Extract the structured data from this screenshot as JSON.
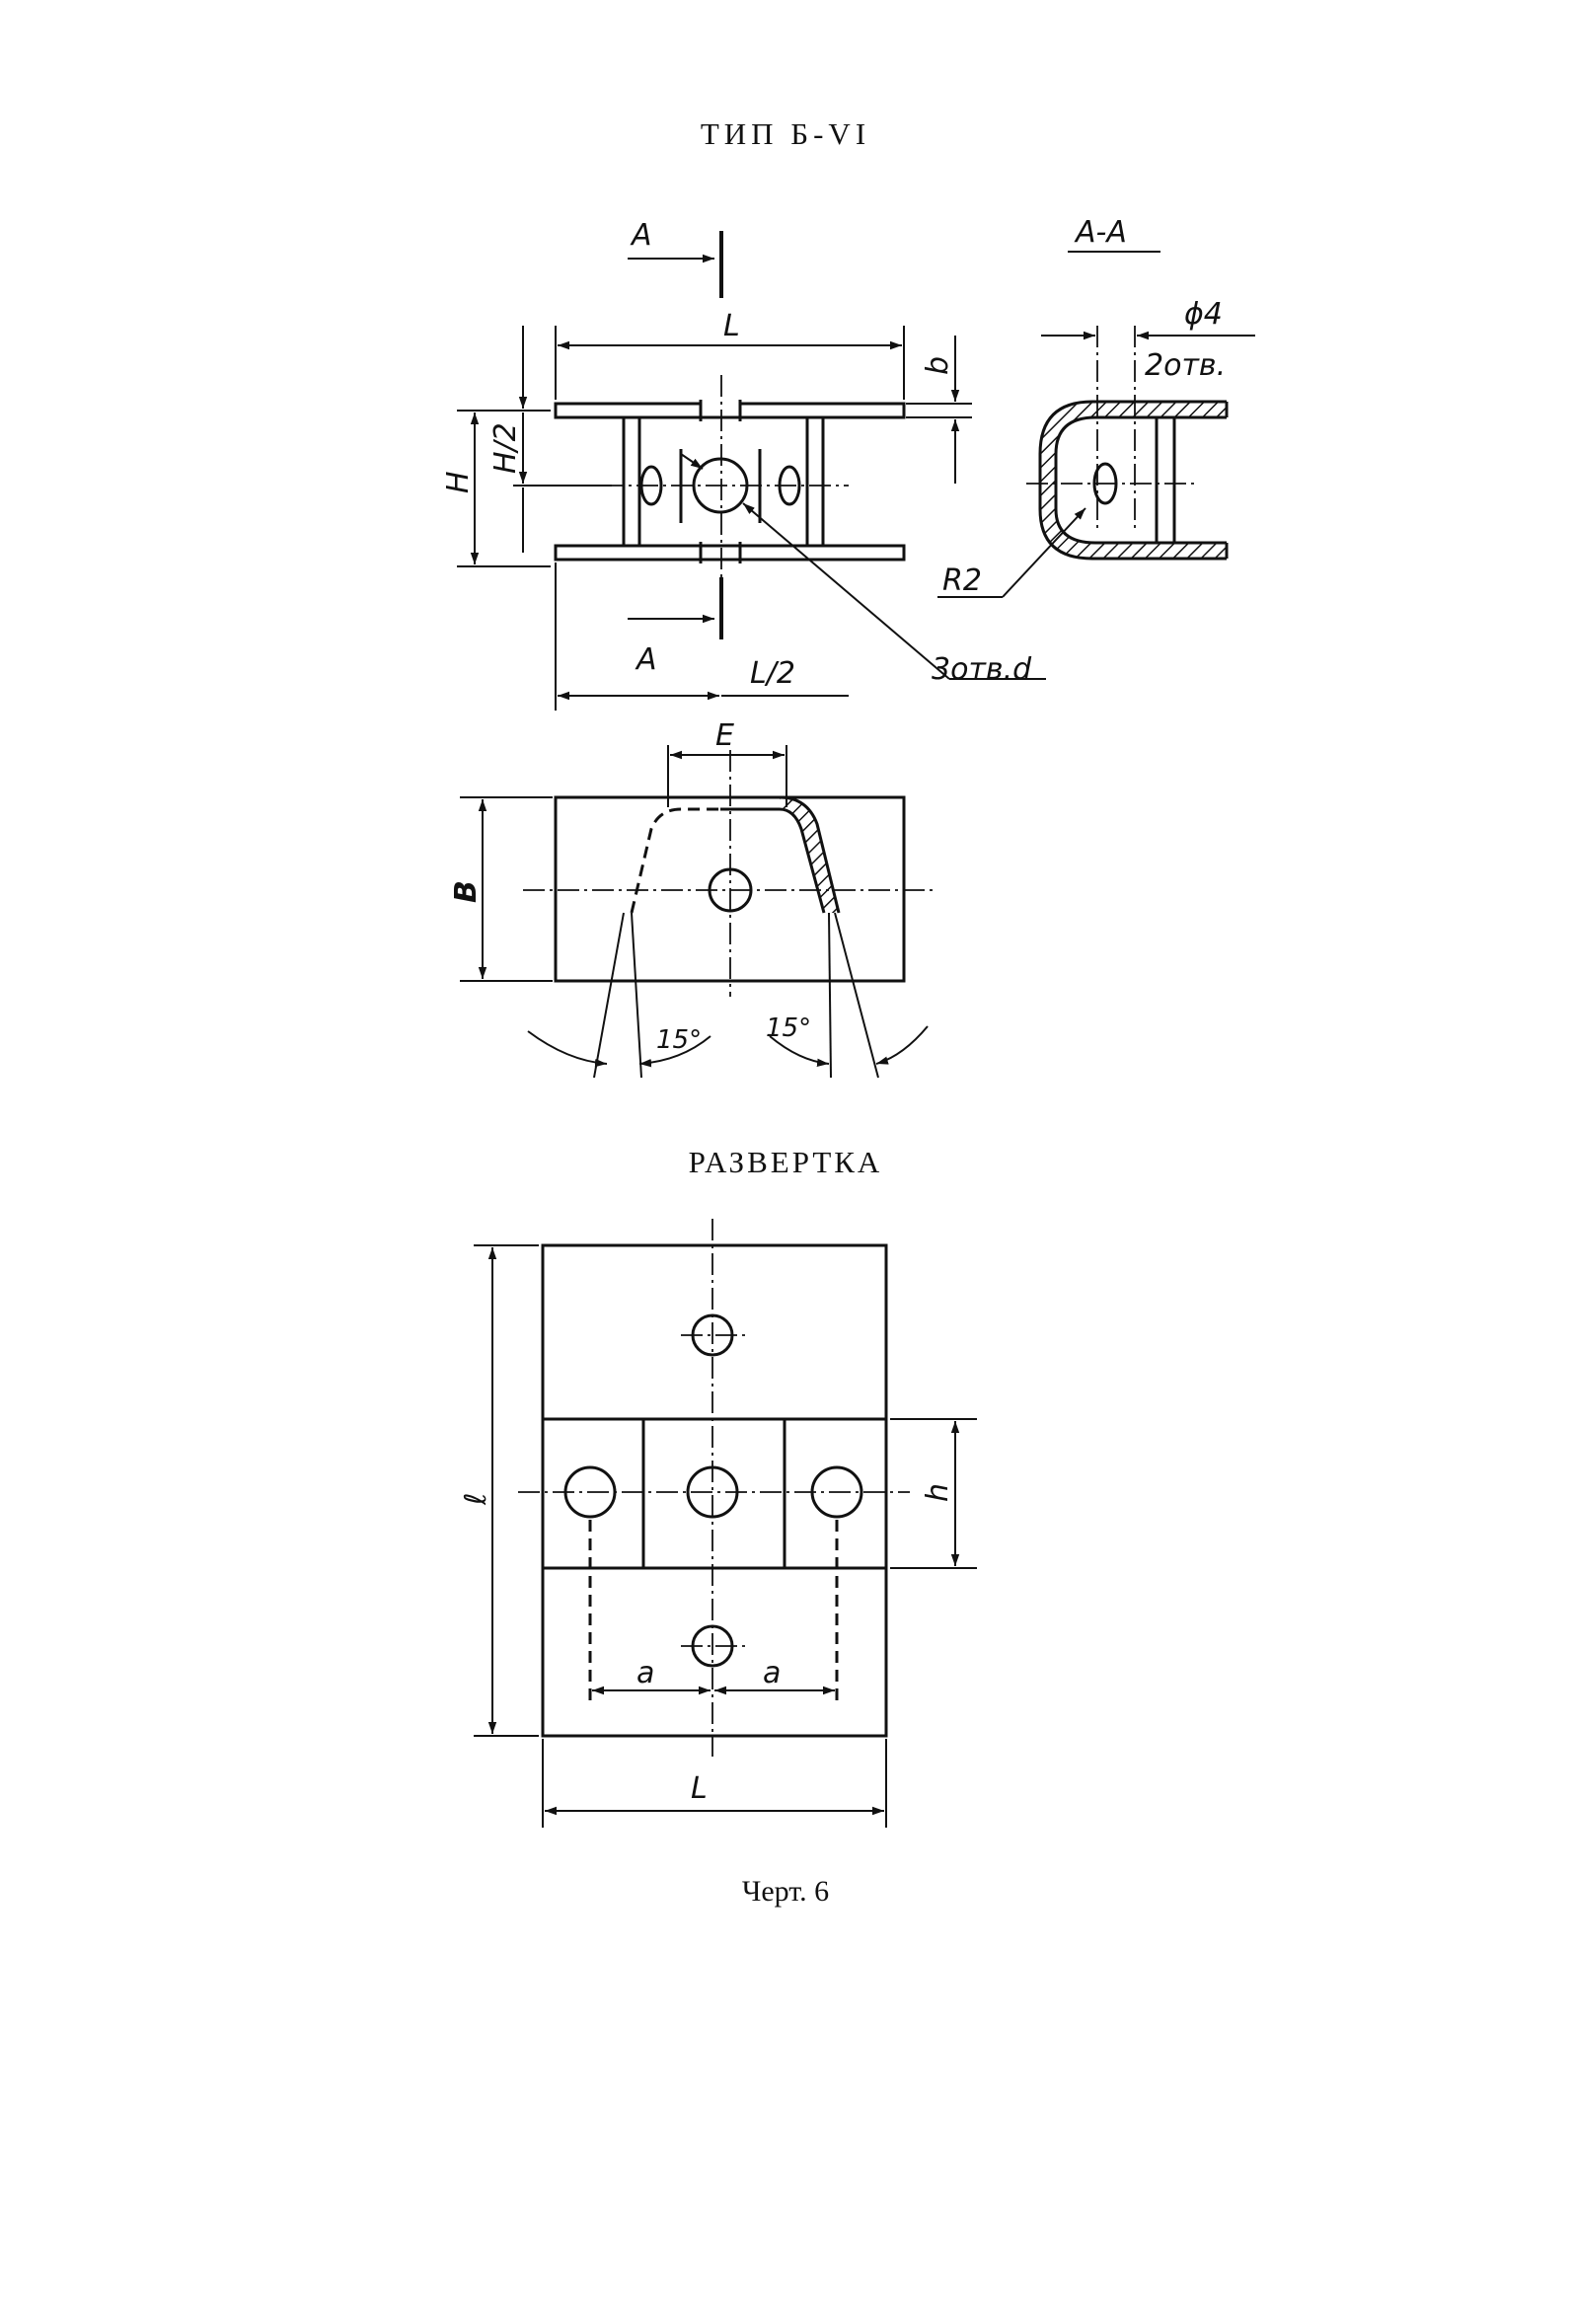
{
  "document": {
    "title": "ТИП Б-VI",
    "section_title": "РАЗВЕРТКА",
    "caption": "Черт. 6"
  },
  "front_view": {
    "section_marker_top": "А",
    "section_marker_bottom": "А",
    "dim_length": "L",
    "dim_half_length": "L/2",
    "dim_height": "H",
    "dim_half_height": "H/2",
    "dim_thickness": "b",
    "holes_note": "3отв.d"
  },
  "section_view": {
    "title": "А-А",
    "hole_diameter": "ϕ4",
    "hole_count": "2отв.",
    "bend_radius": "R2"
  },
  "side_view": {
    "dim_width": "B",
    "dim_top": "E",
    "angle_left": "15°",
    "angle_right": "15°"
  },
  "development": {
    "dim_total_length": "ℓ",
    "dim_band_height": "h",
    "dim_pitch_left": "a",
    "dim_pitch_right": "a",
    "dim_width": "L"
  }
}
